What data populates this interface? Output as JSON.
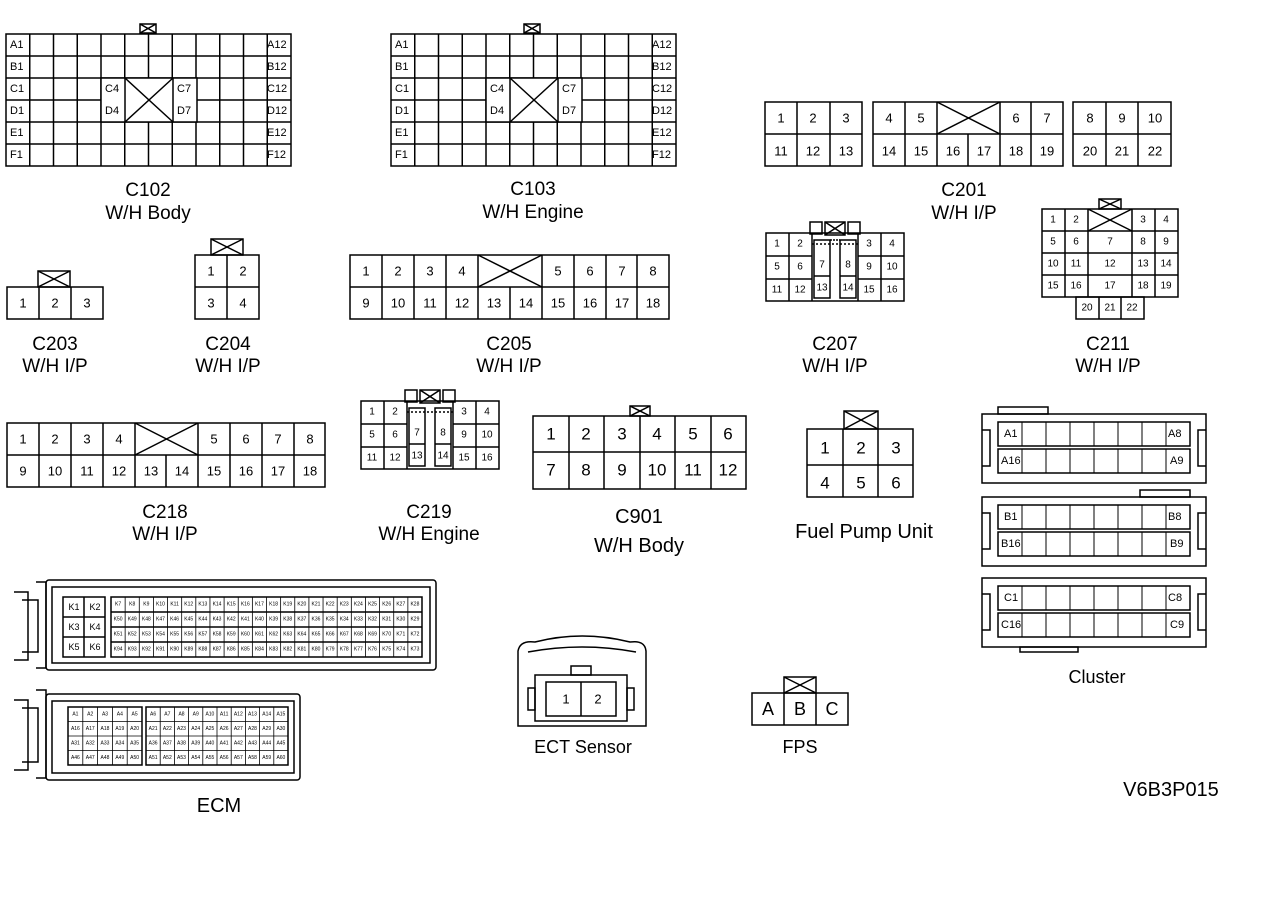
{
  "diagram_id": "V6B3P015",
  "c102": {
    "name": "C102",
    "desc": "W/H Body",
    "left": [
      "A1",
      "B1",
      "C1",
      "D1",
      "E1",
      "F1"
    ],
    "right": [
      "A12",
      "B12",
      "C12",
      "D12",
      "E12",
      "F12"
    ],
    "inner_left": [
      "C4",
      "D4"
    ],
    "inner_right": [
      "C7",
      "D7"
    ]
  },
  "c103": {
    "name": "C103",
    "desc": "W/H Engine",
    "left": [
      "A1",
      "B1",
      "C1",
      "D1",
      "E1",
      "F1"
    ],
    "right": [
      "A12",
      "B12",
      "C12",
      "D12",
      "E12",
      "F12"
    ],
    "inner_left": [
      "C4",
      "D4"
    ],
    "inner_right": [
      "C7",
      "D7"
    ]
  },
  "c201": {
    "name": "C201",
    "desc": "W/H I/P",
    "g1": {
      "top": [
        "1",
        "2",
        "3"
      ],
      "bottom": [
        "11",
        "12",
        "13"
      ]
    },
    "g2": {
      "top": [
        "4",
        "5",
        "6",
        "7"
      ],
      "bottom": [
        "14",
        "15",
        "16",
        "17",
        "18",
        "19"
      ]
    },
    "g3": {
      "top": [
        "8",
        "9",
        "10"
      ],
      "bottom": [
        "20",
        "21",
        "22"
      ]
    }
  },
  "c203": {
    "name": "C203",
    "desc": "W/H I/P",
    "pins": [
      "1",
      "2",
      "3"
    ]
  },
  "c204": {
    "name": "C204",
    "desc": "W/H I/P",
    "pins": [
      "1",
      "2",
      "3",
      "4"
    ]
  },
  "c205": {
    "name": "C205",
    "desc": "W/H I/P",
    "top": [
      "1",
      "2",
      "3",
      "4",
      "5",
      "6",
      "7",
      "8"
    ],
    "bottom": [
      "9",
      "10",
      "11",
      "12",
      "13",
      "14",
      "15",
      "16",
      "17",
      "18"
    ]
  },
  "c207": {
    "name": "C207",
    "desc": "W/H I/P",
    "pins": [
      "1",
      "2",
      "3",
      "4",
      "5",
      "6",
      "7",
      "8",
      "9",
      "10",
      "11",
      "12",
      "13",
      "14",
      "15",
      "16"
    ]
  },
  "c211": {
    "name": "C211",
    "desc": "W/H I/P",
    "pins": [
      "1",
      "2",
      "3",
      "4",
      "5",
      "6",
      "7",
      "8",
      "9",
      "10",
      "11",
      "12",
      "13",
      "14",
      "15",
      "16",
      "17",
      "18",
      "19",
      "20",
      "21",
      "22"
    ]
  },
  "c218": {
    "name": "C218",
    "desc": "W/H I/P",
    "top": [
      "1",
      "2",
      "3",
      "4",
      "5",
      "6",
      "7",
      "8"
    ],
    "bottom": [
      "9",
      "10",
      "11",
      "12",
      "13",
      "14",
      "15",
      "16",
      "17",
      "18"
    ]
  },
  "c219": {
    "name": "C219",
    "desc": "W/H Engine",
    "pins": [
      "1",
      "2",
      "3",
      "4",
      "5",
      "6",
      "7",
      "8",
      "9",
      "10",
      "11",
      "12",
      "13",
      "14",
      "15",
      "16"
    ]
  },
  "c901": {
    "name": "C901",
    "desc": "W/H Body",
    "top": [
      "1",
      "2",
      "3",
      "4",
      "5",
      "6"
    ],
    "bottom": [
      "7",
      "8",
      "9",
      "10",
      "11",
      "12"
    ]
  },
  "fuel_pump": {
    "name": "Fuel Pump Unit",
    "pins": [
      "1",
      "2",
      "3",
      "4",
      "5",
      "6"
    ]
  },
  "cluster": {
    "name": "Cluster",
    "a": {
      "tl": "A1",
      "tr": "A8",
      "bl": "A16",
      "br": "A9"
    },
    "b": {
      "tl": "B1",
      "tr": "B8",
      "bl": "B16",
      "br": "B9"
    },
    "c": {
      "tl": "C1",
      "tr": "C8",
      "bl": "C16",
      "br": "C9"
    }
  },
  "ecm": {
    "name": "ECM",
    "k_pins": [
      "K1",
      "K2",
      "K3",
      "K4",
      "K5",
      "K6"
    ],
    "k_top": [
      "K7",
      "K8",
      "K9",
      "K10",
      "K11",
      "K12",
      "K13",
      "K14",
      "K15",
      "K16",
      "K17",
      "K18",
      "K19",
      "K20",
      "K21",
      "K22",
      "K23",
      "K24",
      "K25",
      "K26",
      "K27",
      "K28"
    ],
    "k_mid": [
      "K50",
      "K49",
      "K48",
      "K47",
      "K46",
      "K45",
      "K44",
      "K43",
      "K42",
      "K41",
      "K40",
      "K39",
      "K38",
      "K37",
      "K36",
      "K35",
      "K34",
      "K33",
      "K32",
      "K31",
      "K30",
      "K29"
    ],
    "k_mid2": [
      "K51",
      "K52",
      "K53",
      "K54",
      "K55",
      "K56",
      "K57",
      "K58",
      "K59",
      "K60",
      "K61",
      "K62",
      "K63",
      "K64",
      "K65",
      "K66",
      "K67",
      "K68",
      "K69",
      "K70",
      "K71",
      "K72"
    ],
    "k_bot": [
      "K94",
      "K93",
      "K92",
      "K91",
      "K90",
      "K89",
      "K88",
      "K87",
      "K86",
      "K85",
      "K84",
      "K83",
      "K82",
      "K81",
      "K80",
      "K79",
      "K78",
      "K77",
      "K76",
      "K75",
      "K74",
      "K73"
    ],
    "a_rows": [
      [
        "A1",
        "A2",
        "A3",
        "A4",
        "A5",
        "A6",
        "A7",
        "A8",
        "A9",
        "A10",
        "A11",
        "A12",
        "A13",
        "A14",
        "A15"
      ],
      [
        "A16",
        "A17",
        "A18",
        "A19",
        "A20",
        "A21",
        "A22",
        "A23",
        "A24",
        "A25",
        "A26",
        "A27",
        "A28",
        "A29",
        "A30"
      ],
      [
        "A31",
        "A32",
        "A33",
        "A34",
        "A35",
        "A36",
        "A37",
        "A38",
        "A39",
        "A40",
        "A41",
        "A42",
        "A43",
        "A44",
        "A45"
      ],
      [
        "A46",
        "A47",
        "A48",
        "A49",
        "A50",
        "A51",
        "A52",
        "A53",
        "A54",
        "A55",
        "A56",
        "A57",
        "A58",
        "A59",
        "A60"
      ]
    ]
  },
  "ect": {
    "name": "ECT Sensor",
    "pins": [
      "1",
      "2"
    ]
  },
  "fps": {
    "name": "FPS",
    "pins": [
      "A",
      "B",
      "C"
    ]
  }
}
